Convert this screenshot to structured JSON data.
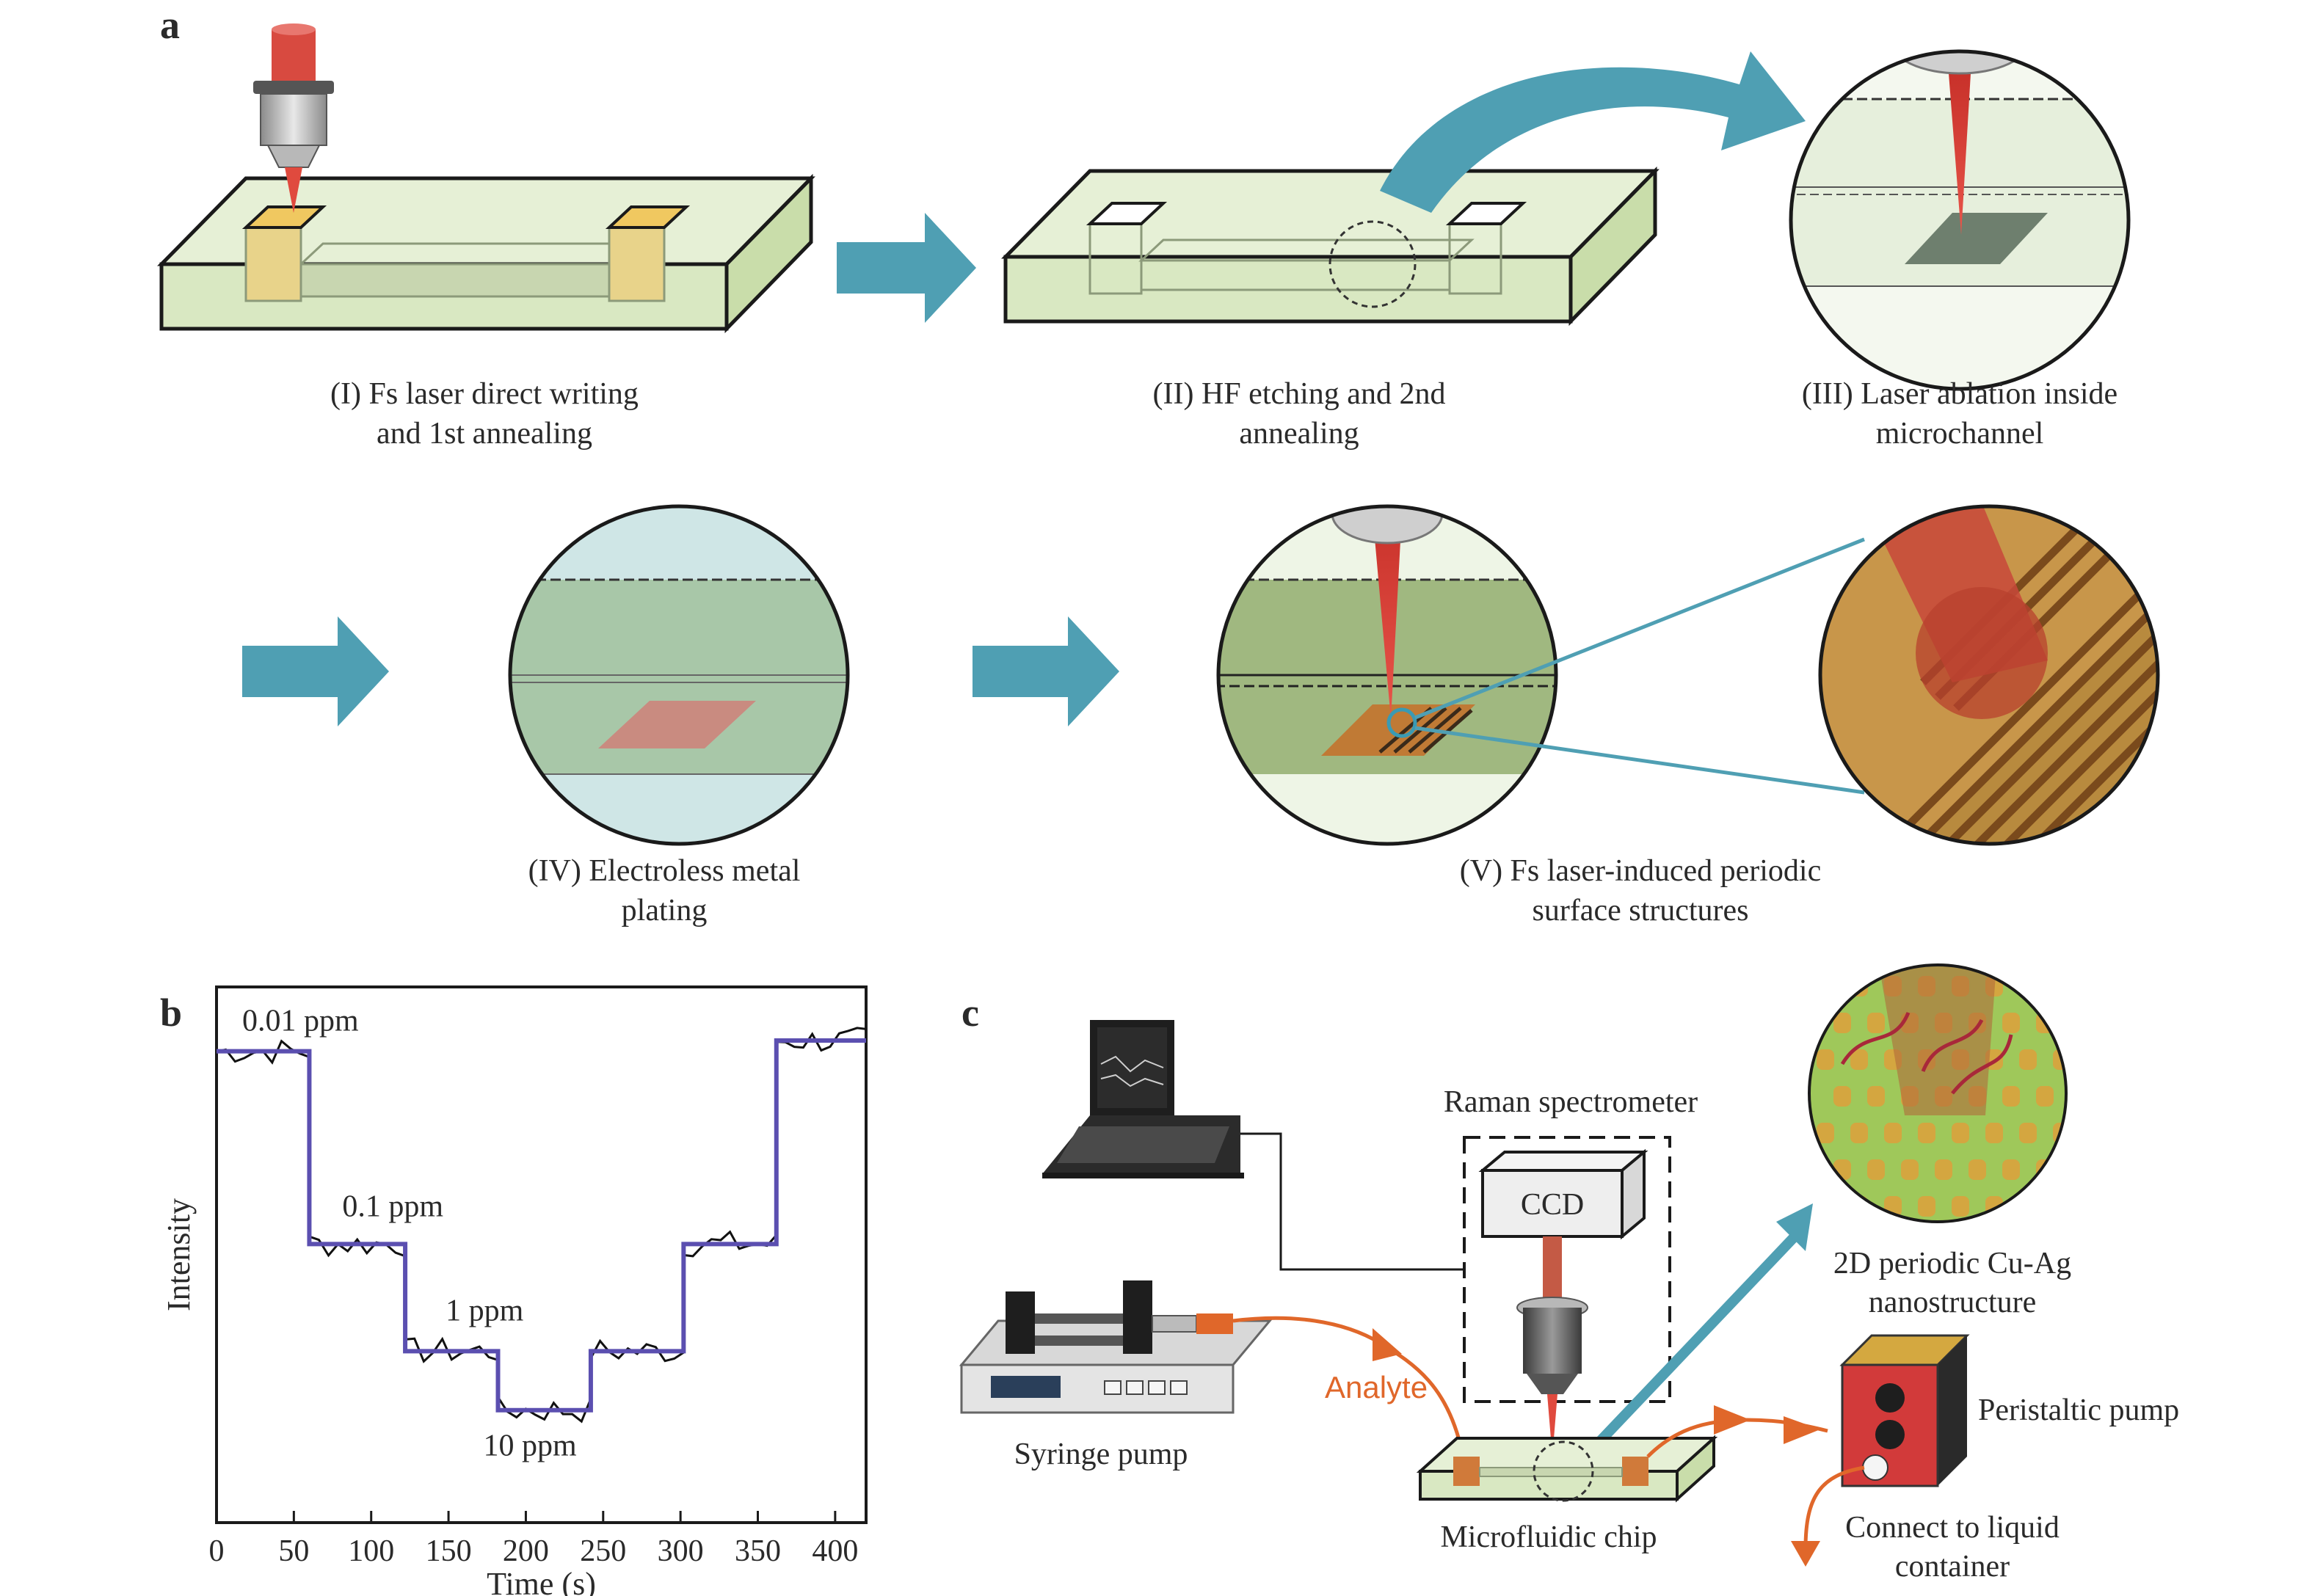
{
  "panel_labels": {
    "a": "a",
    "b": "b",
    "c": "c"
  },
  "panel_a": {
    "steps": [
      {
        "line1": "(I) Fs laser direct writing",
        "line2": "and 1st annealing"
      },
      {
        "line1": "(II) HF etching and 2nd",
        "line2": "annealing"
      },
      {
        "line1": "(III) Laser ablation inside",
        "line2": "microchannel"
      },
      {
        "line1": "(IV) Electroless metal",
        "line2": "plating"
      },
      {
        "line1": "(V) Fs laser-induced periodic",
        "line2": "surface structures"
      }
    ]
  },
  "panel_c": {
    "labels": {
      "raman": "Raman spectrometer",
      "ccd": "CCD",
      "nano1": "2D periodic Cu-Ag",
      "nano2": "nanostructure",
      "analyte": "Analyte",
      "syringe": "Syringe pump",
      "peristaltic": "Peristaltic pump",
      "chip": "Microfluidic chip",
      "connect1": "Connect to liquid",
      "connect2": "container"
    }
  },
  "colors": {
    "arrow": "#4f9fb3",
    "glass": "#dbe9c6",
    "laser": "#d23b30",
    "step_line": "#5b4fb0",
    "analyte": "#e0672a"
  },
  "chart_data": {
    "type": "line",
    "title": "",
    "xlabel": "Time (s)",
    "ylabel": "Intensity",
    "xlim": [
      0,
      420
    ],
    "ylim": [
      0,
      10
    ],
    "xticks": [
      0,
      50,
      100,
      150,
      200,
      250,
      300,
      350,
      400
    ],
    "grid": false,
    "levels": [
      {
        "label": "0.01 ppm",
        "x_start": 0,
        "x_end": 60,
        "y": 8.8
      },
      {
        "label": "0.1 ppm",
        "x_start": 60,
        "x_end": 122,
        "y": 5.2
      },
      {
        "label": "1 ppm",
        "x_start": 122,
        "x_end": 182,
        "y": 3.2
      },
      {
        "label": "10 ppm",
        "x_start": 182,
        "x_end": 242,
        "y": 2.1
      },
      {
        "label": "",
        "x_start": 242,
        "x_end": 302,
        "y": 3.2
      },
      {
        "label": "",
        "x_start": 302,
        "x_end": 362,
        "y": 5.2
      },
      {
        "label": "",
        "x_start": 362,
        "x_end": 420,
        "y": 9.0
      }
    ]
  }
}
